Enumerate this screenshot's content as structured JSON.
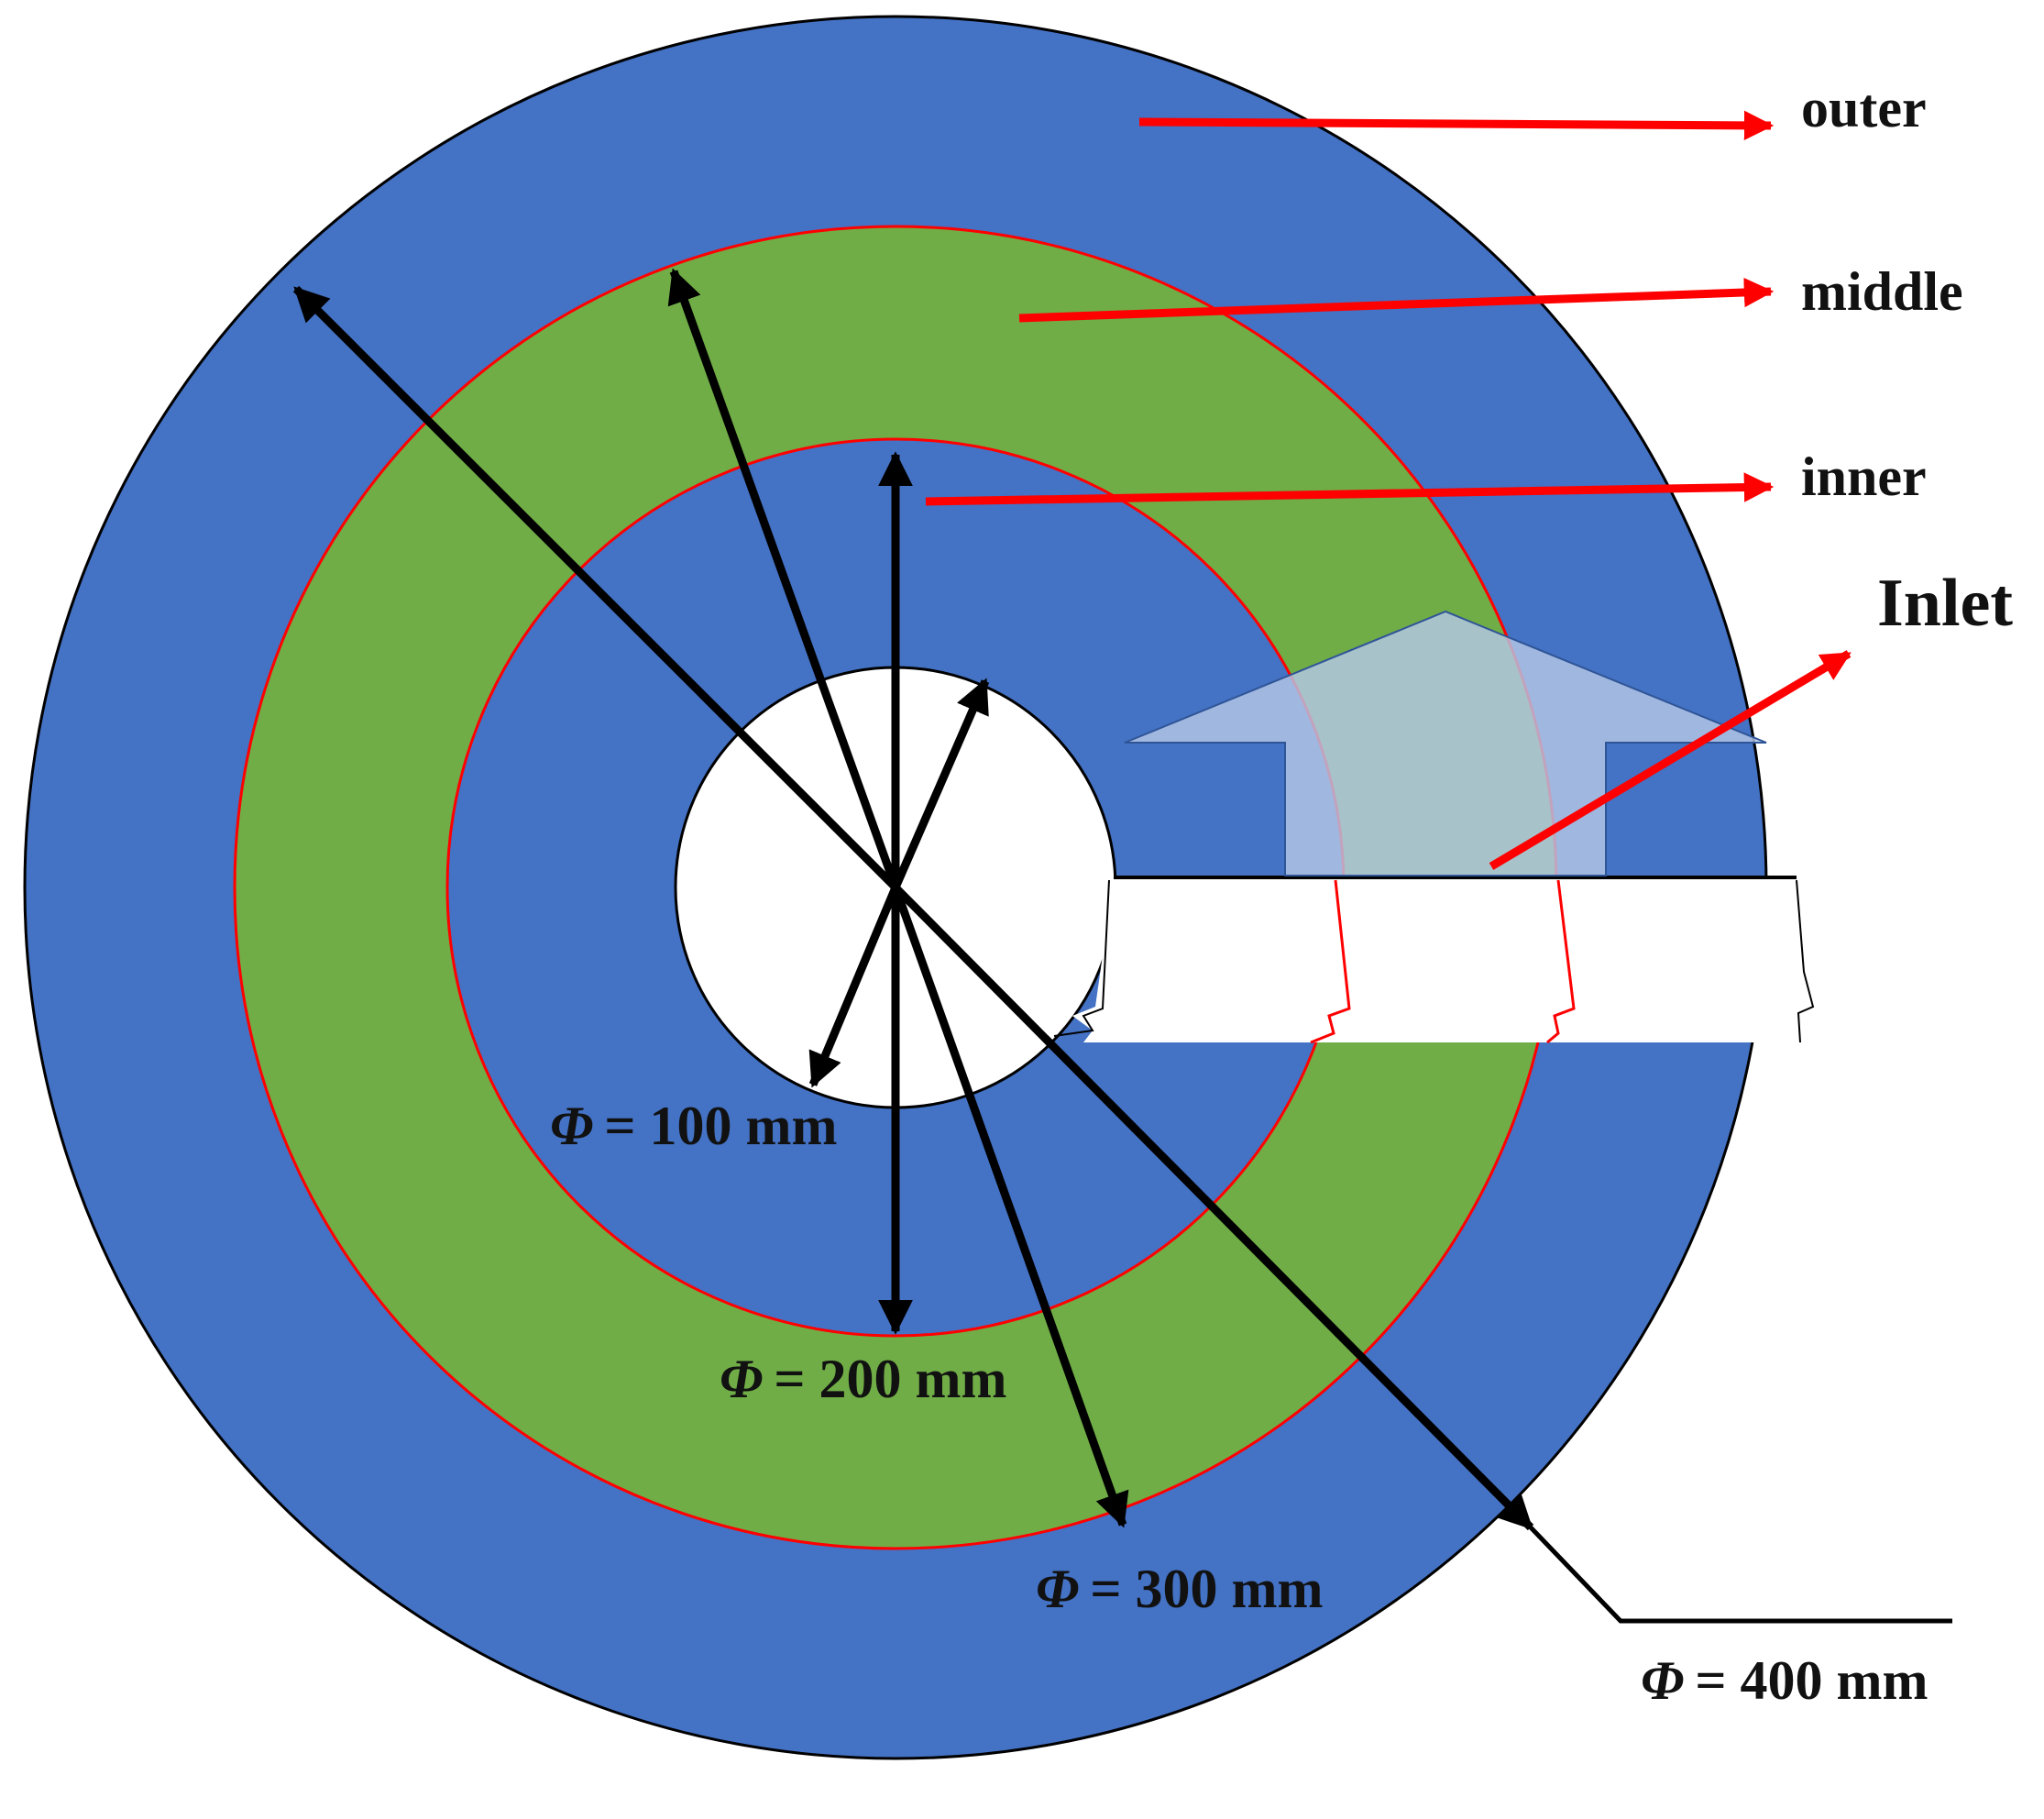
{
  "labels": {
    "outer": "outer",
    "middle": "middle",
    "inner": "inner",
    "inlet": "Inlet"
  },
  "dimensions": {
    "phi_symbol": "Φ",
    "d100": "= 100 mm",
    "d200": "= 200 mm",
    "d300": "= 300 mm",
    "d400": "= 400 mm"
  },
  "colors": {
    "blue_zone": "#4472C4",
    "green_zone": "#70AD47",
    "boundary_line": "#FF0000",
    "pointer_arrow": "#FF0000",
    "dimension_arrow": "#000000",
    "inlet_arrow_fill": "#B4C7E7"
  }
}
